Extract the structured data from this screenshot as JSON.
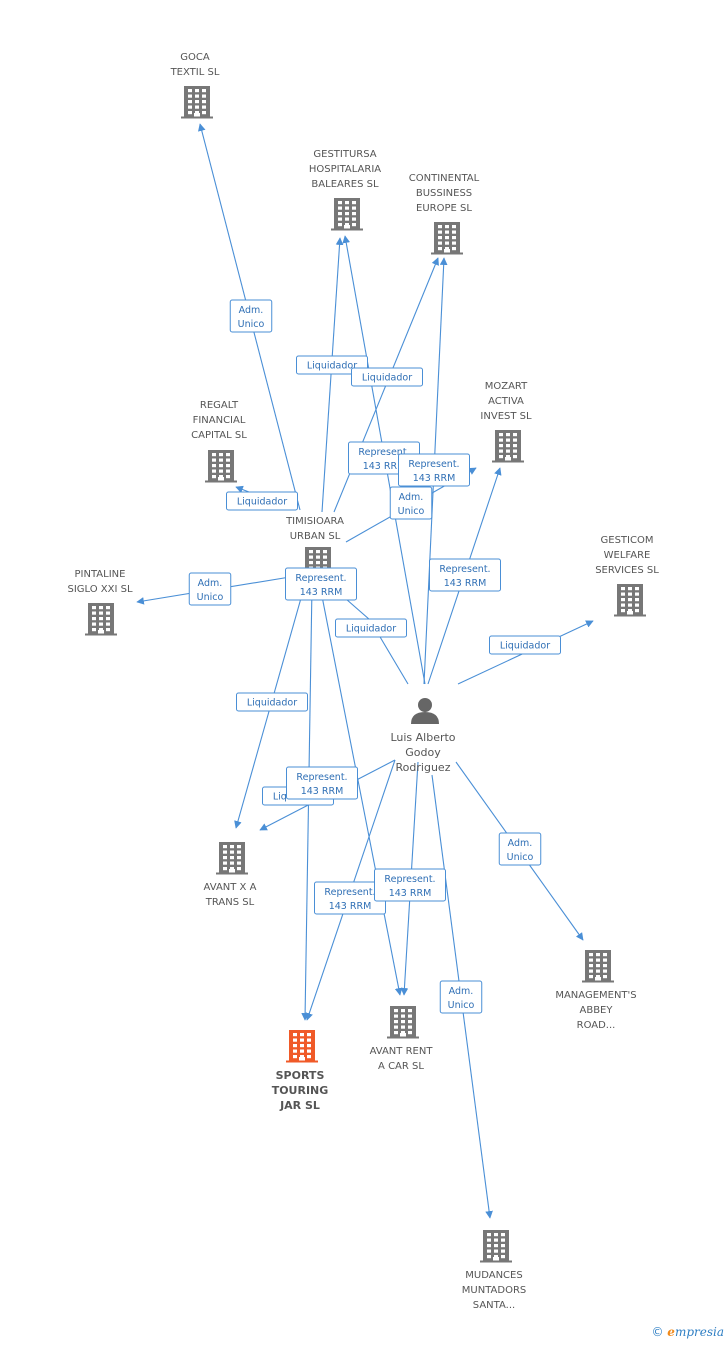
{
  "colors": {
    "edge": "#4a8fd6",
    "company": "#777777",
    "focus": "#f05a28",
    "person": "#666666"
  },
  "nodes": [
    {
      "id": "goca",
      "lines": [
        "GOCA",
        "TEXTIL SL"
      ],
      "type": "company"
    },
    {
      "id": "gestitursa",
      "lines": [
        "GESTITURSA",
        "HOSPITALARIA",
        "BALEARES SL"
      ],
      "type": "company"
    },
    {
      "id": "continental",
      "lines": [
        "CONTINENTAL",
        "BUSSINESS",
        "EUROPE SL"
      ],
      "type": "company"
    },
    {
      "id": "mozart",
      "lines": [
        "MOZART",
        "ACTIVA",
        "INVEST SL"
      ],
      "type": "company"
    },
    {
      "id": "regalt",
      "lines": [
        "REGALT",
        "FINANCIAL",
        "CAPITAL SL"
      ],
      "type": "company"
    },
    {
      "id": "timisioara",
      "lines": [
        "TIMISIOARA",
        "URBAN SL"
      ],
      "type": "company"
    },
    {
      "id": "pintaline",
      "lines": [
        "PINTALINE",
        "SIGLO XXI SL"
      ],
      "type": "company"
    },
    {
      "id": "gesticom",
      "lines": [
        "GESTICOM",
        "WELFARE",
        "SERVICES SL"
      ],
      "type": "company"
    },
    {
      "id": "avantx",
      "lines": [
        "AVANT X A",
        "TRANS SL"
      ],
      "type": "company"
    },
    {
      "id": "management",
      "lines": [
        "MANAGEMENT'S",
        "ABBEY",
        "ROAD..."
      ],
      "type": "company"
    },
    {
      "id": "sports",
      "lines": [
        "SPORTS",
        "TOURING",
        "JAR SL"
      ],
      "type": "focus"
    },
    {
      "id": "avantrent",
      "lines": [
        "AVANT RENT",
        "A CAR SL"
      ],
      "type": "company"
    },
    {
      "id": "mudances",
      "lines": [
        "MUDANCES",
        "MUNTADORS",
        "SANTA..."
      ],
      "type": "company"
    },
    {
      "id": "luis",
      "lines": [
        "Luis Alberto",
        "Godoy",
        "Rodriguez"
      ],
      "type": "person"
    }
  ],
  "edge_labels": [
    {
      "id": "l1",
      "lines": [
        "Adm.",
        "Unico"
      ]
    },
    {
      "id": "l2",
      "lines": [
        "Liquidador"
      ]
    },
    {
      "id": "l3",
      "lines": [
        "Liquidador"
      ]
    },
    {
      "id": "l4",
      "lines": [
        "Represent.",
        "143 RRM"
      ]
    },
    {
      "id": "l5",
      "lines": [
        "Represent.",
        "143 RRM"
      ]
    },
    {
      "id": "l6",
      "lines": [
        "Adm.",
        "Unico"
      ]
    },
    {
      "id": "l7",
      "lines": [
        "Liquidador"
      ]
    },
    {
      "id": "l8",
      "lines": [
        "Adm.",
        "Unico"
      ]
    },
    {
      "id": "l9",
      "lines": [
        "Represent.",
        "143 RRM"
      ]
    },
    {
      "id": "l10",
      "lines": [
        "Represent.",
        "143 RRM"
      ]
    },
    {
      "id": "l11",
      "lines": [
        "Liquidador"
      ]
    },
    {
      "id": "l12",
      "lines": [
        "Liquidador"
      ]
    },
    {
      "id": "l13",
      "lines": [
        "Liquidador"
      ]
    },
    {
      "id": "l14",
      "lines": [
        "Liquidador"
      ]
    },
    {
      "id": "l15",
      "lines": [
        "Represent.",
        "143 RRM"
      ]
    },
    {
      "id": "l16",
      "lines": [
        "Adm.",
        "Unico"
      ]
    },
    {
      "id": "l17",
      "lines": [
        "Represent.",
        "143 RRM"
      ]
    },
    {
      "id": "l18",
      "lines": [
        "Represent.",
        "143 RRM"
      ]
    },
    {
      "id": "l19",
      "lines": [
        "Adm.",
        "Unico"
      ]
    }
  ],
  "footer": {
    "copyright": "©",
    "brand_initial": "e",
    "brand_rest": "mpresia"
  }
}
